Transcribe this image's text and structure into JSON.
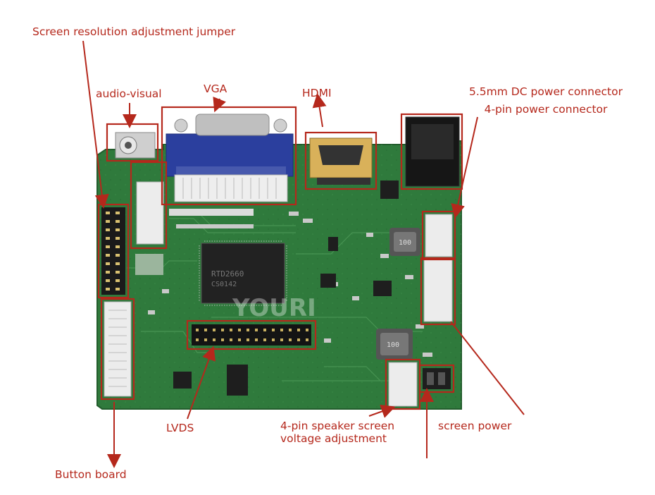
{
  "labels": {
    "resolution_jumper": "Screen resolution adjustment jumper",
    "audio_visual": "audio-visual",
    "vga": "VGA",
    "hdmi": "HDMI",
    "dc_power_line1": "5.5mm DC power connector",
    "dc_power_line2": "4-pin power connector",
    "lvds": "LVDS",
    "speaker_line1": "4-pin speaker screen",
    "speaker_line2": "voltage adjustment",
    "screen_power": "screen power",
    "button_board": "Button board"
  },
  "board": {
    "chip_marking_1": "RTD2660",
    "chip_marking_2": "CS0142",
    "inductor_label": "100",
    "watermark": "YOURI"
  },
  "colors": {
    "annotation": "#b5281c",
    "pcb": "#2f7a3c",
    "pcb_dark": "#1f5a2a",
    "vga_blue": "#2b3f9e"
  }
}
